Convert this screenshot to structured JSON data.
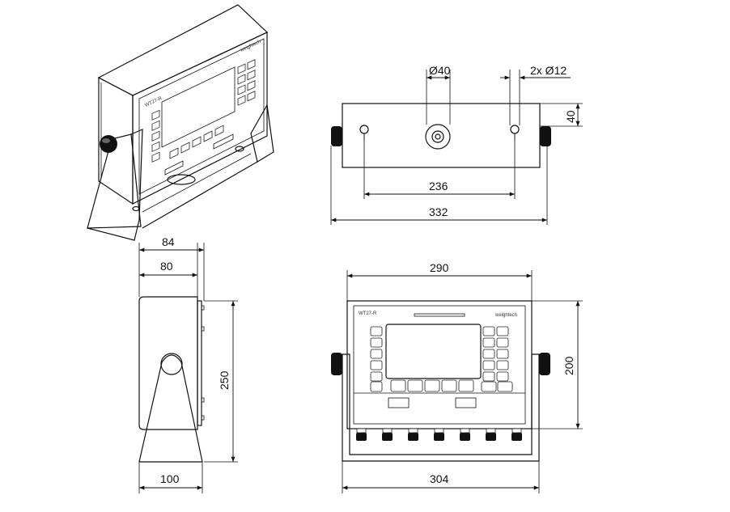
{
  "dimensions": {
    "top_hole_large": "Ø40",
    "top_hole_small": "2x Ø12",
    "top_depth": "40",
    "top_hole_spacing": "236",
    "top_overall_width": "332",
    "side_depth_overall": "84",
    "side_depth_body": "80",
    "side_height": "250",
    "side_base": "100",
    "front_body_width": "290",
    "front_body_height": "200",
    "front_bracket_width": "304"
  },
  "device": {
    "model_label": "WT27-R",
    "brand_label": "weightech",
    "iso_model_label": "WT27-R",
    "iso_brand_label": "weightech"
  }
}
